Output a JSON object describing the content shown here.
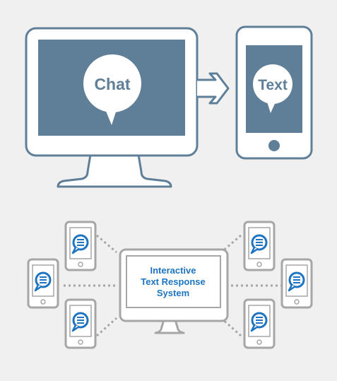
{
  "top": {
    "chat_label": "Chat",
    "text_label": "Text"
  },
  "bottom": {
    "system_title": [
      "Interactive",
      "Text Response",
      "System"
    ]
  },
  "colors": {
    "background": "#f0f0f0",
    "slate": "#5f7f98",
    "gray": "#a6a6a6",
    "blue": "#1e74c0"
  }
}
